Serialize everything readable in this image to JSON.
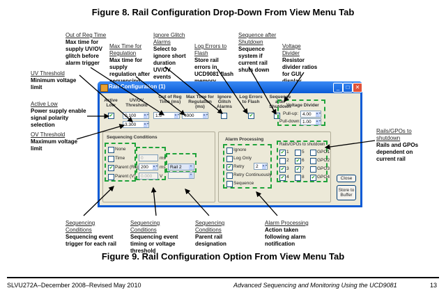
{
  "figure8_title": "Figure 8. Rail Configuration Drop-Down From View Menu Tab",
  "figure9_title": "Figure 9. Rail Configuration Option From View Menu Tab",
  "annotations": {
    "out_of_reg": {
      "heading": "Out of Reg Time",
      "body": "Max time for supply UV/OV glitch before alarm trigger"
    },
    "max_time_reg": {
      "heading": "Max Time for Regulation",
      "body": "Max time for supply regulation after sequencing"
    },
    "ignore_glitch": {
      "heading": "Ignore Glitch Alarms",
      "body": "Select to ignore short duration UV/OV events"
    },
    "log_errors": {
      "heading": "Log Errors to Flash",
      "body": "Store rail errors in UCD9081 flash memory"
    },
    "seq_after": {
      "heading": "Sequence after Shutdown",
      "body": "Sequence system if current rail shuts down"
    },
    "voltage_divider": {
      "heading": "Voltage Divider",
      "body": "Resistor divider ratios for GUI display scaling"
    },
    "uv_threshold": {
      "heading": "UV Threshold",
      "body": "Minimum voltage limit"
    },
    "active_low": {
      "heading": "Active Low",
      "body": "Power supply enable signal polarity selection"
    },
    "ov_threshold": {
      "heading": "OV Threshold",
      "body": "Maximum voltage limit"
    },
    "rails_gpos": {
      "heading": "Rails/GPOs to shutdown",
      "body": "Rails and GPOs dependent on current rail"
    },
    "seq_trigger": {
      "heading": "Sequencing Conditions",
      "body": "Sequencing event trigger for each rail"
    },
    "seq_timing": {
      "heading": "Sequencing Conditions",
      "body": "Sequencing event timing or voltage threshold"
    },
    "seq_parent": {
      "heading": "Sequencing Conditions",
      "body": "Parent rail designation"
    },
    "alarm_proc": {
      "heading": "Alarm Processing",
      "body": "Action taken following alarm notification"
    }
  },
  "window": {
    "title": "Rail Configuration (1)",
    "controls": {
      "minimize": "_",
      "maximize": "□",
      "close": "✕"
    },
    "columns": {
      "active_low": "Active Low",
      "uvov": "UV/OV Threshold",
      "out_of_reg": "Out of Reg Time (ms)",
      "max_time": "Max Time for Regulation (ms)",
      "ignore_glitch": "Ignore Glitch Alarms",
      "log_errors": "Log Errors to Flash",
      "seq_after": "Sequence after Shutdown"
    },
    "values": {
      "active_low_checked": true,
      "uv_threshold": "0.100",
      "ov_threshold": "3.300",
      "out_of_reg": "1.6",
      "max_time": "4000",
      "ignore_glitch_checked": false,
      "log_errors_checked": true,
      "seq_after_checked": false
    },
    "voltage_divider": {
      "title": "Voltage Divider",
      "pullup_label": "Pull-up:",
      "pullup": "4.00",
      "pulldown_label": "Pull-down:",
      "pulldown": "1.00"
    },
    "sequencing": {
      "title": "Sequencing Conditions",
      "options": [
        {
          "label": "None",
          "checked": false
        },
        {
          "label": "Time",
          "checked": false
        },
        {
          "label": "Parent (Reg)",
          "checked": true
        },
        {
          "label": "Parent (V)",
          "checked": false
        }
      ],
      "time_value": "0",
      "time_unit": "ms",
      "reg_value": "200",
      "reg_unit": "ms",
      "v_value": "0.000",
      "v_unit": "V",
      "parent_rail": "Rail 2"
    },
    "alarm": {
      "title": "Alarm Processing",
      "options": [
        {
          "label": "Ignore",
          "checked": false
        },
        {
          "label": "Log Only",
          "checked": false
        },
        {
          "label": "Retry",
          "checked": true
        },
        {
          "label": "Retry Continuously",
          "checked": false
        },
        {
          "label": "Sequence",
          "checked": false
        }
      ],
      "retry_count": "2"
    },
    "shutdown": {
      "title": "Rails/GPOs to shutdown",
      "items": [
        {
          "label": "1",
          "checked": true
        },
        {
          "label": "5",
          "checked": false
        },
        {
          "label": "GPO1",
          "checked": false
        },
        {
          "label": "2",
          "checked": false
        },
        {
          "label": "6",
          "checked": true
        },
        {
          "label": "GPO2",
          "checked": false
        },
        {
          "label": "3",
          "checked": true
        },
        {
          "label": "7",
          "checked": true
        },
        {
          "label": "GPO3",
          "checked": false
        },
        {
          "label": "4",
          "checked": true
        },
        {
          "label": "8",
          "checked": false
        },
        {
          "label": "GPO4",
          "checked": true
        }
      ]
    },
    "buttons": {
      "close": "Close",
      "store": "Store to Buffer"
    }
  },
  "footer": {
    "left": "SLVU272A–December 2008–Revised May 2010",
    "center": "Advanced Sequencing and Monitoring Using the UCD9081",
    "page": "13"
  },
  "colors": {
    "highlight_dash": "#1fa33a",
    "titlebar": "#0a5bd6",
    "window_bg": "#ece9d8"
  }
}
